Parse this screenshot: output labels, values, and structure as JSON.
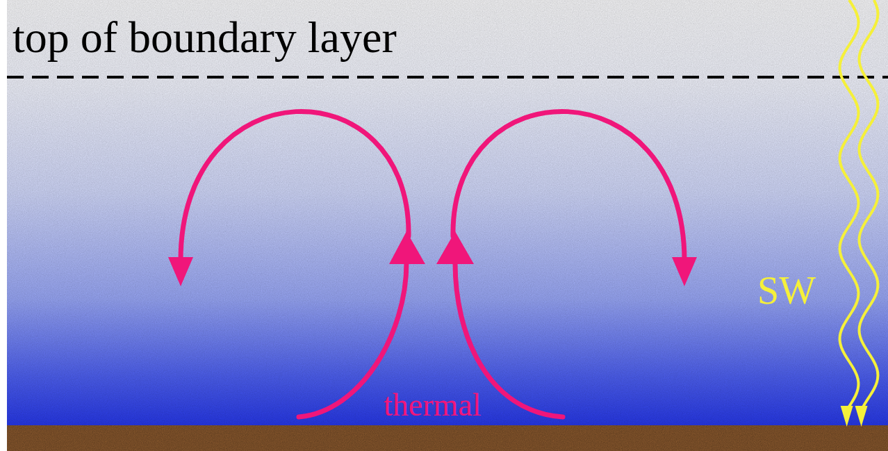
{
  "diagram": {
    "labels": [
      "top of boundary layer",
      "thermal",
      "SW"
    ]
  }
}
